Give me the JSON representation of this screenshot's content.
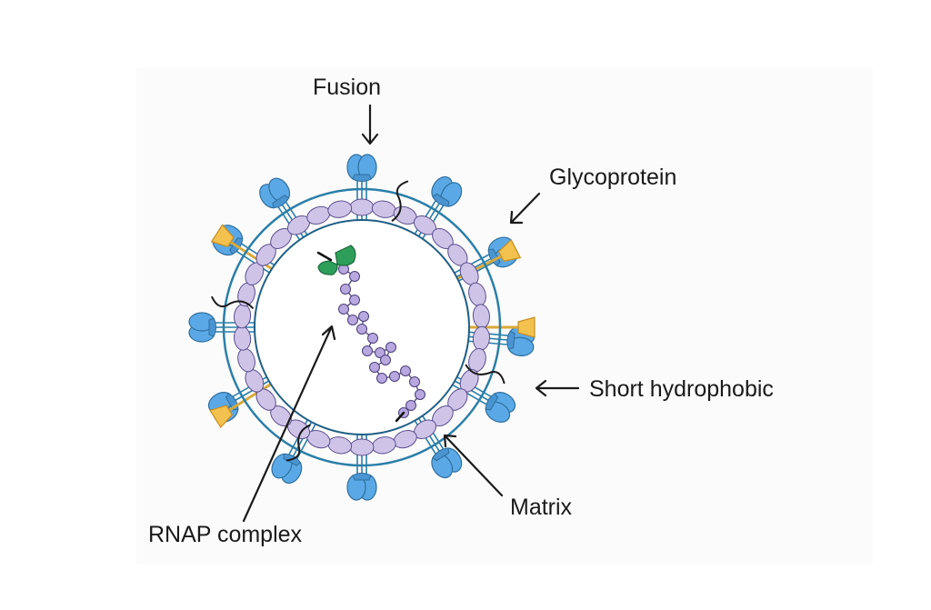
{
  "labels": {
    "fusion": "Fusion",
    "glycoprotein": "Glycoprotein",
    "short_hydrophobic": "Short hydrophobic",
    "matrix": "Matrix",
    "rnap_complex": "RNAP complex"
  },
  "colors": {
    "envelope": "#2b7fa8",
    "matrix_fill": "#cfc4e8",
    "matrix_stroke": "#5a4f8e",
    "fusion_head": "#5aa9e6",
    "glycoprotein": "#f2c14e",
    "rnap": "#2e9e5b",
    "genome": "#b9a8df"
  }
}
